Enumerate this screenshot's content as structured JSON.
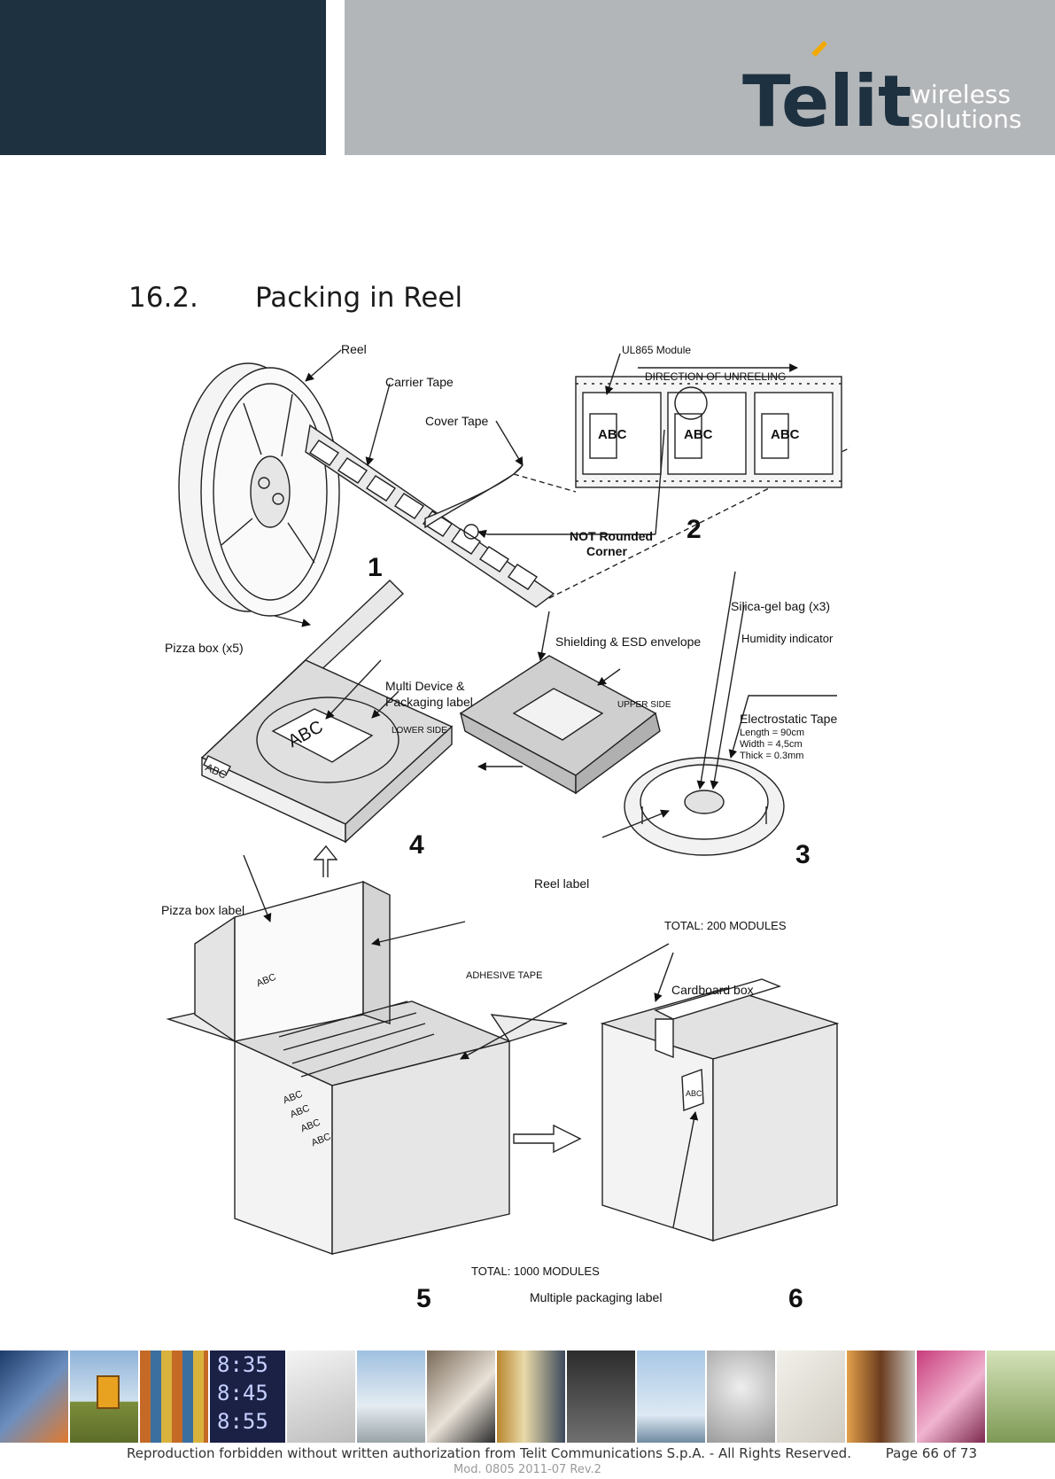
{
  "header": {
    "logo_brand": "Telit",
    "logo_tag_line1": "wireless",
    "logo_tag_line2": "solutions",
    "colors": {
      "dark_panel": "#1e3140",
      "grey_panel": "#b3b6b9",
      "accent": "#f2a900"
    }
  },
  "section": {
    "number": "16.2.",
    "title": "Packing in Reel"
  },
  "figure": {
    "labels": {
      "reel": "Reel",
      "carrier_tape": "Carrier Tape",
      "cover_tape": "Cover Tape",
      "module": "UL865 Module",
      "direction": "DIRECTION OF UNREELING",
      "not_rounded_1": "NOT Rounded",
      "not_rounded_2": "Corner",
      "abc": "ABC",
      "step1": "1",
      "step2": "2",
      "step3": "3",
      "step4": "4",
      "step5": "5",
      "step6": "6",
      "pizza_box": "Pizza box (x5)",
      "multi_label_1": "Multi Device &",
      "multi_label_2": "Packaging label",
      "lower_side": "LOWER SIDE",
      "shielding": "Shielding & ESD envelope",
      "upper_side": "UPPER SIDE",
      "silica": "Silica-gel bag (x3)",
      "humidity": "Humidity indicator",
      "electrostatic": "Electrostatic Tape",
      "length": "Length = 90cm",
      "width": "Width = 4,5cm",
      "thick": "Thick = 0.3mm",
      "reel_label": "Reel label",
      "total_200": "TOTAL: 200  MODULES",
      "pizza_box_label": "Pizza box label",
      "adhesive": "ADHESIVE TAPE",
      "cardboard": "Cardboard box",
      "total_1000": "TOTAL: 1000  MODULES",
      "multiple_label": "Multiple packaging label"
    }
  },
  "photo_strip": {
    "tiles": [
      "highway-light",
      "roadside-phone",
      "shipping-containers",
      "led-clock-display",
      "keyboard",
      "cyclist",
      "hand-card",
      "vending-machine",
      "card-terminal",
      "wind-turbines",
      "utility-meter",
      "white-surface",
      "train-station",
      "pink-equipment",
      "security-camera"
    ],
    "clock_text": [
      "8:35",
      "8:45",
      "8:55"
    ]
  },
  "footer": {
    "copyright": "Reproduction forbidden without written authorization from Telit Communications S.p.A. - All Rights Reserved.",
    "page": "Page 66 of 73",
    "mod": "Mod. 0805 2011-07 Rev.2"
  }
}
